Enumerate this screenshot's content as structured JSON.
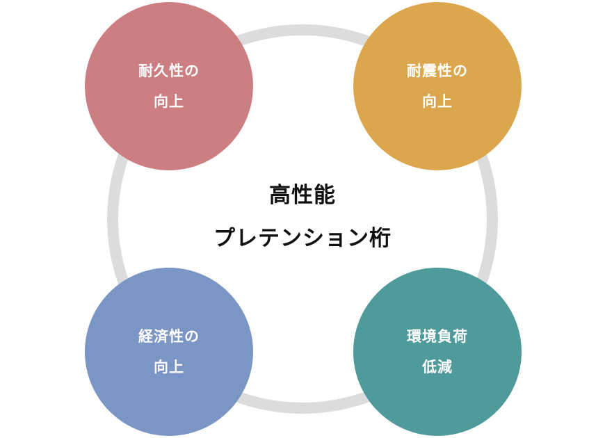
{
  "diagram": {
    "center": {
      "line1": "高性能",
      "line2": "プレテンション桁"
    },
    "ring_color": "#dcdcdc",
    "nodes": [
      {
        "line1": "耐久性の",
        "line2": "向上",
        "color": "#cd7e83"
      },
      {
        "line1": "耐震性の",
        "line2": "向上",
        "color": "#dca74c"
      },
      {
        "line1": "経済性の",
        "line2": "向上",
        "color": "#7b95c4"
      },
      {
        "line1": "環境負荷",
        "line2": "低減",
        "color": "#4f9a9a"
      }
    ]
  }
}
